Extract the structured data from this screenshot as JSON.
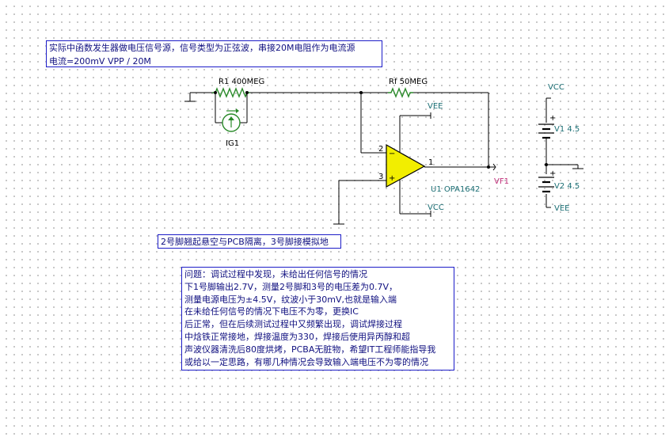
{
  "notes": {
    "top": {
      "lines": [
        "实际中函数发生器做电压信号源，信号类型为正弦波，串接20M电阻作为电流源",
        "电流=200mV VPP / 20M"
      ]
    },
    "pin": {
      "lines": [
        "2号脚翘起悬空与PCB隔离，3号脚接模拟地"
      ]
    },
    "problem": {
      "lines": [
        "问题：调试过程中发现，未给出任何信号的情况",
        "下1号脚输出2.7V，测量2号脚和3号的电压差为0.7V，",
        "测量电源电压为±4.5V，纹波小于30mV,也就是输入端",
        "在未给任何信号的情况下电压不为零，更换IC",
        "后正常，但在后续测试过程中又频繁出现，调试焊接过程",
        "中焓铁正常接地，焊接温度为330，焊接后使用异丙醇和超",
        "声波仪器清洗后80度烘烤，PCBA无脏物，希望IT工程师能指导我",
        "或给以一定思路，有哪几种情况会导致输入端电压不为零的情况"
      ]
    }
  },
  "circuit": {
    "r1": "R1 400MEG",
    "rf": "Rf 50MEG",
    "ig": "IG1",
    "opamp": "U1 OPA1642",
    "vf": "VF1",
    "v1": "V1 4.5",
    "v2": "V2 4.5",
    "vee1": "VEE",
    "vcc1": "VCC",
    "vcc2": "VCC",
    "vee2": "VEE",
    "pin1": "1",
    "pin2": "2",
    "pin3": "3",
    "plus_top": "+",
    "plus_bat": "+",
    "minus_in": "−",
    "plus_in": "+",
    "colors": {
      "wire": "#000000",
      "resistor": "#2a8a2a",
      "opamp_fill": "#f2ee00",
      "component_text": "#1b6e74",
      "vf_text": "#c0307a",
      "note_border": "#1c1cc8",
      "note_text": "#101080"
    }
  }
}
